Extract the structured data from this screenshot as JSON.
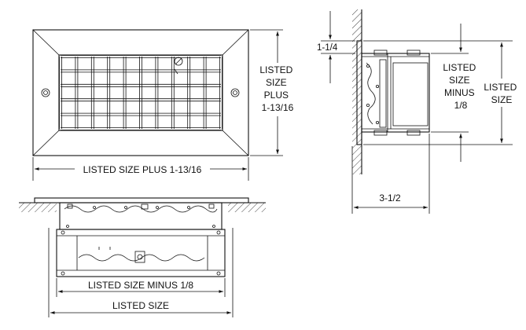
{
  "front_view": {
    "width_label": "LISTED SIZE PLUS 1-13/16",
    "height_label_lines": [
      "LISTED",
      "SIZE",
      "PLUS",
      "1-13/16"
    ]
  },
  "side_view": {
    "flange_label": "1-1/4",
    "inner_height_label_lines": [
      "LISTED",
      "SIZE",
      "MINUS",
      "1/8"
    ],
    "outer_height_label_lines": [
      "LISTED",
      "SIZE"
    ],
    "depth_label": "3-1/2"
  },
  "top_view": {
    "inner_width_label": "LISTED SIZE MINUS 1/8",
    "outer_width_label": "LISTED SIZE"
  }
}
